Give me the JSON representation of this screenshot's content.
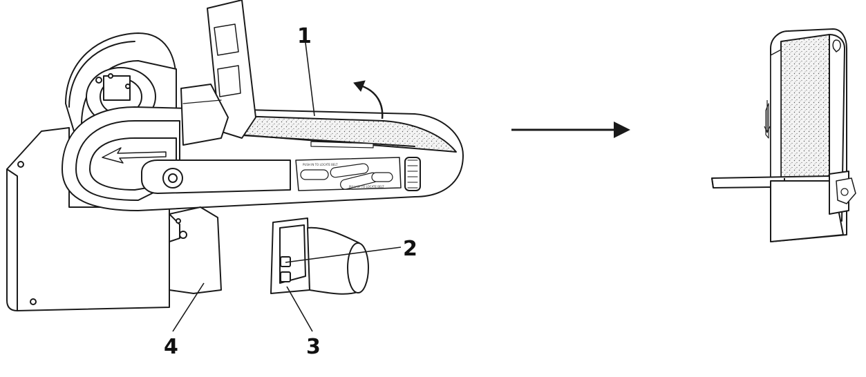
{
  "callouts": {
    "c1": "1",
    "c2": "2",
    "c3": "3",
    "c4": "4"
  },
  "decal": {
    "line1": "PUSH IN TO LOCATE BELT",
    "line2": "PULL UP TO LOCATE BELT"
  },
  "colors": {
    "line": "#1a1a1a",
    "sandpaper": "#e9e9e9",
    "fill": "#ffffff"
  },
  "icons": [
    "curved-arrow-icon",
    "transition-arrow-icon",
    "direction-arrow-icon"
  ]
}
